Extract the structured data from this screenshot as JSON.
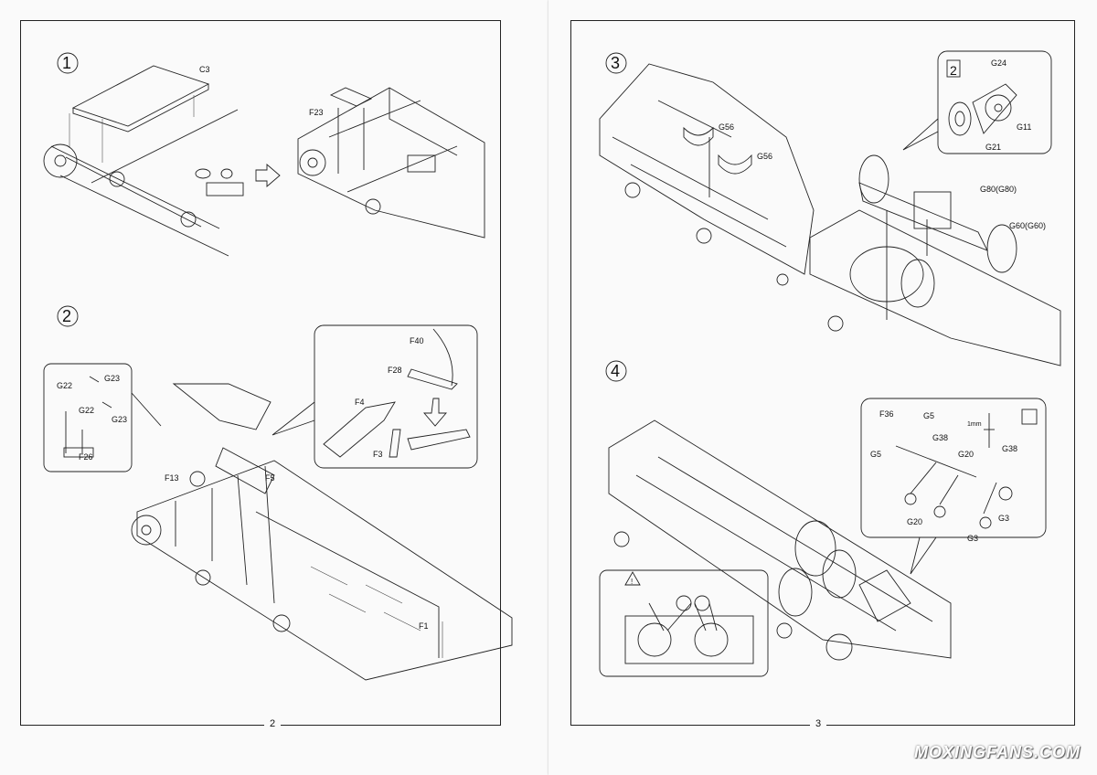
{
  "pages": [
    {
      "number": "2"
    },
    {
      "number": "3"
    }
  ],
  "steps": [
    {
      "num": "1",
      "labels": [
        "C3",
        "F23"
      ]
    },
    {
      "num": "2",
      "labels": [
        "G22",
        "G23",
        "G22",
        "G23",
        "F26",
        "F40",
        "F28",
        "F4",
        "F3",
        "F13",
        "F5",
        "F1"
      ]
    },
    {
      "num": "3",
      "labels": [
        "G56",
        "G56",
        "G24",
        "G11",
        "G21",
        "G80(G80)",
        "G60(G60)"
      ],
      "inset_step": "2"
    },
    {
      "num": "4",
      "labels": [
        "F36",
        "G5",
        "G5",
        "G38",
        "G20",
        "G20",
        "G3",
        "G3",
        "G38",
        "1mm"
      ],
      "warning_icon": "warning-triangle-icon"
    }
  ],
  "watermark": "MOXINGFANS.COM"
}
